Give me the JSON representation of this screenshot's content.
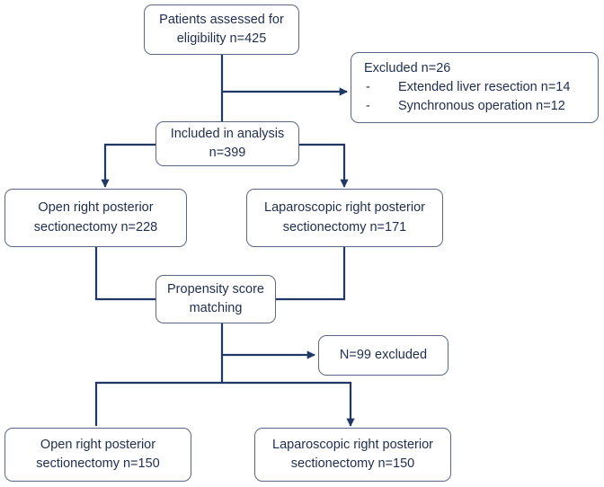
{
  "flowchart": {
    "assessed": {
      "line1": "Patients assessed for",
      "line2": "eligibility n=425"
    },
    "excluded": {
      "title": "Excluded n=26",
      "items": [
        {
          "bullet": "-",
          "text": "Extended liver resection n=14"
        },
        {
          "bullet": "-",
          "text": "Synchronous operation n=12"
        }
      ]
    },
    "included": {
      "line1": "Included in analysis",
      "line2": "n=399"
    },
    "open_initial": {
      "line1": "Open right posterior",
      "line2": "sectionectomy n=228"
    },
    "lap_initial": {
      "line1": "Laparoscopic right posterior",
      "line2": "sectionectomy n=171"
    },
    "matching": {
      "line1": "Propensity score",
      "line2": "matching"
    },
    "excluded_after": {
      "text": "N=99 excluded"
    },
    "open_final": {
      "line1": "Open right posterior",
      "line2": "sectionectomy n=150"
    },
    "lap_final": {
      "line1": "Laparoscopic right posterior",
      "line2": "sectionectomy n=150"
    }
  },
  "colors": {
    "line": "#1f3864",
    "border": "#5a6685",
    "text": "#1f2d4e"
  }
}
